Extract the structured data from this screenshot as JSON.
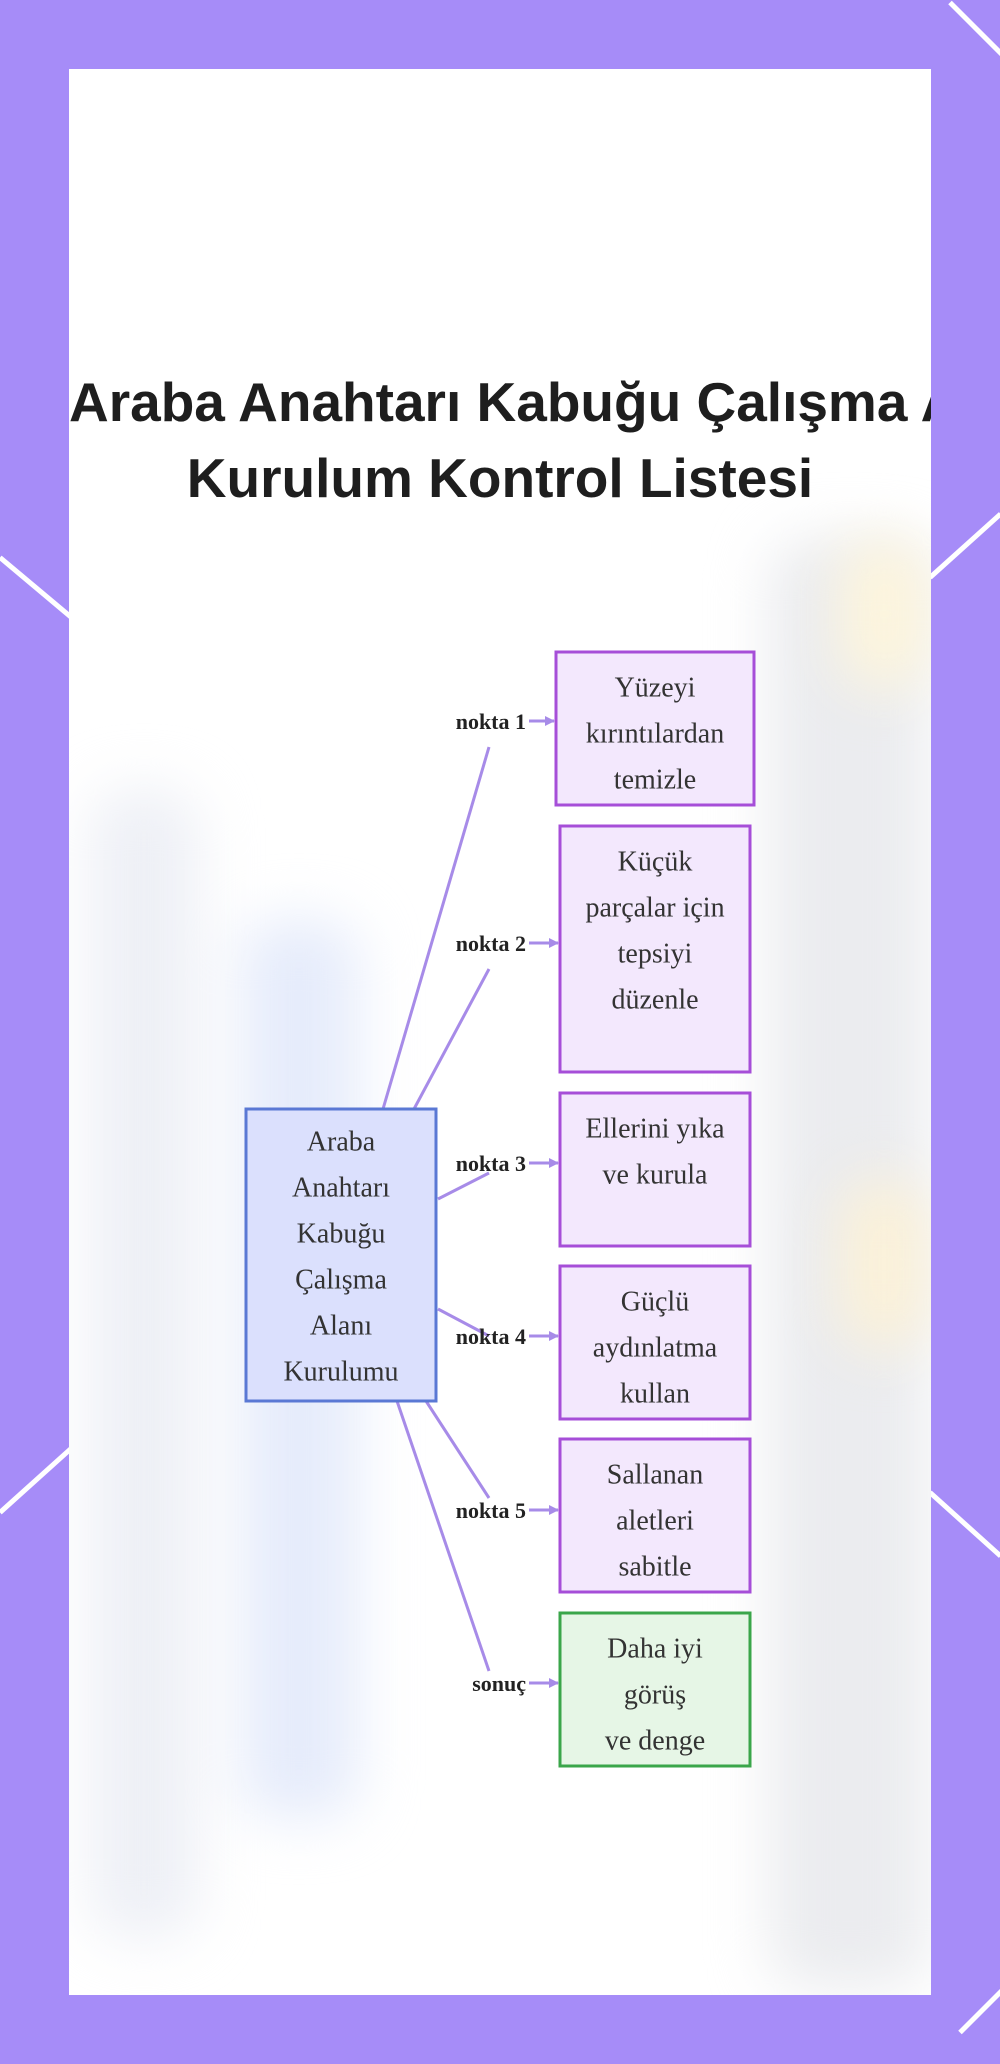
{
  "title_lines": [
    "Araba Anahtarı Kabuğu Çalışma Alanı",
    "Kurulum Kontrol Listesi"
  ],
  "center": {
    "lines": [
      "Araba",
      "Anahtarı",
      "Kabuğu",
      "Çalışma",
      "Alanı",
      "Kurulumu"
    ]
  },
  "branches": [
    {
      "edge": "nokta 1",
      "lines": [
        "Yüzeyi",
        "kırıntılardan",
        "temizle"
      ],
      "kind": "step"
    },
    {
      "edge": "nokta 2",
      "lines": [
        "Küçük",
        "parçalar için",
        "tepsiyi",
        "düzenle"
      ],
      "kind": "step"
    },
    {
      "edge": "nokta 3",
      "lines": [
        "Ellerini yıka",
        "ve kurula"
      ],
      "kind": "step"
    },
    {
      "edge": "nokta 4",
      "lines": [
        "Güçlü",
        "aydınlatma",
        "kullan"
      ],
      "kind": "step"
    },
    {
      "edge": "nokta 5",
      "lines": [
        "Sallanan",
        "aletleri",
        "sabitle"
      ],
      "kind": "step"
    },
    {
      "edge": "sonuç",
      "lines": [
        "Daha iyi",
        "görüş",
        "ve denge"
      ],
      "kind": "result"
    }
  ],
  "colors": {
    "page_bg": "#a68cf8",
    "center_fill": "#dbe0fd",
    "center_stroke": "#5a78d4",
    "step_fill": "#f3e8fd",
    "step_stroke": "#a64ed8",
    "result_fill": "#e6f6e6",
    "result_stroke": "#3aa64a",
    "edge_stroke": "#a78be8"
  }
}
